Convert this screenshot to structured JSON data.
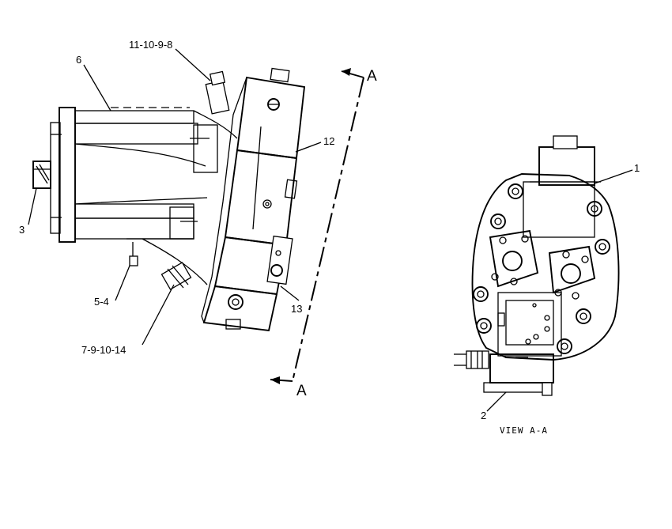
{
  "labels": {
    "l6": "6",
    "l11_10_9_8": "11-10-9-8",
    "l3": "3",
    "l12": "12",
    "l5_4": "5-4",
    "l13": "13",
    "l7_9_10_14": "7-9-10-14",
    "l1": "1",
    "l2": "2"
  },
  "section": {
    "mark_top": "A",
    "mark_bottom": "A",
    "view_caption": "VIEW A-A"
  }
}
